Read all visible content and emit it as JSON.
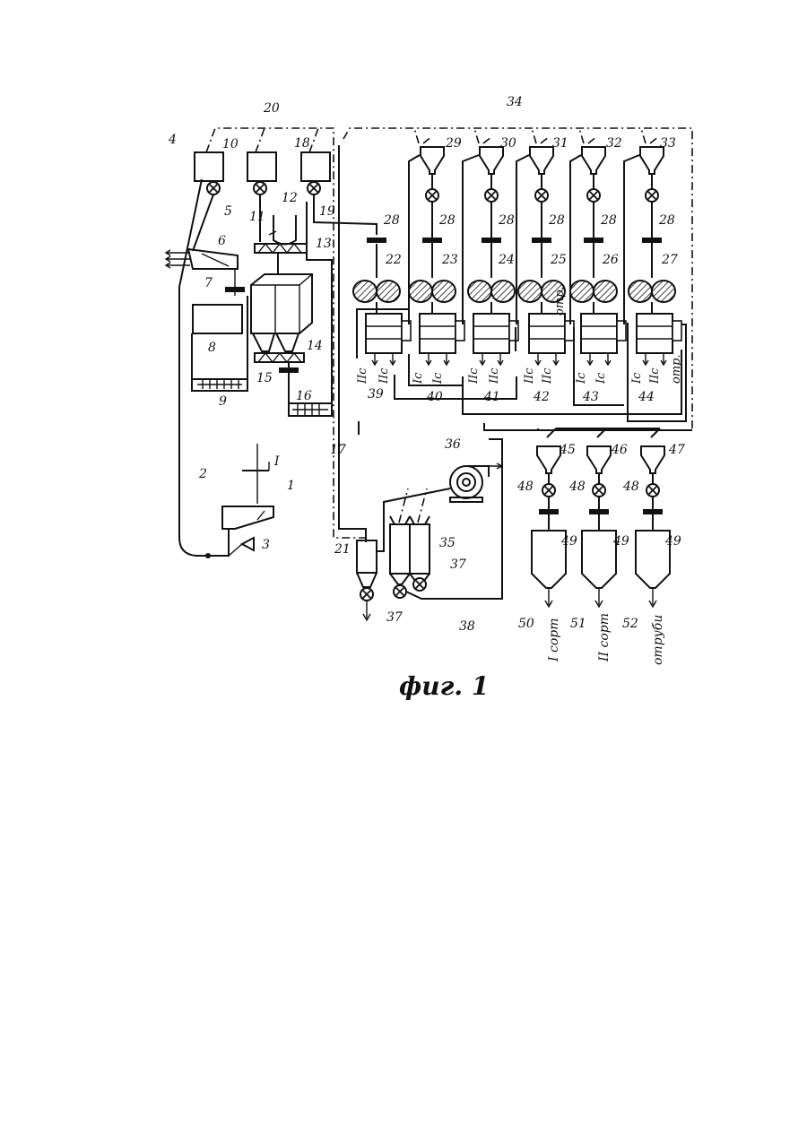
{
  "labels": {
    "n1": "1",
    "n2": "2",
    "n3": "3",
    "n4": "4",
    "n5": "5",
    "n6": "6",
    "n7": "7",
    "n8": "8",
    "n9": "9",
    "n10": "10",
    "n11": "11",
    "n12": "12",
    "n13": "13",
    "n14": "14",
    "n15": "15",
    "n16": "16",
    "n17": "17",
    "n18": "18",
    "n19": "19",
    "n20": "20",
    "n21": "21",
    "n22": "22",
    "n23": "23",
    "n24": "24",
    "n25": "25",
    "n26": "26",
    "n27": "27",
    "n28": "28",
    "n29": "29",
    "n30": "30",
    "n31": "31",
    "n32": "32",
    "n33": "33",
    "n34": "34",
    "n35": "35",
    "n36": "36",
    "n37": "37",
    "n38": "38",
    "n39": "39",
    "n40": "40",
    "n41": "41",
    "n42": "42",
    "n43": "43",
    "n44": "44",
    "n45": "45",
    "n46": "46",
    "n47": "47",
    "n48": "48",
    "n49": "49",
    "n50": "50",
    "n51": "51",
    "n52": "52",
    "roman_i": "I"
  },
  "sieve_outputs": {
    "s39": [
      "IIс",
      "IIс"
    ],
    "s40": [
      "Iс",
      "Iс"
    ],
    "s41": [
      "IIс",
      "IIс"
    ],
    "s42": [
      "IIс",
      "IIс"
    ],
    "s43": [
      "Iс",
      "Iс"
    ],
    "s44": [
      "Iс",
      "IIс",
      "отр."
    ]
  },
  "mill_25_side": "отр.",
  "products": {
    "p50": "I сорт",
    "p51": "II сорт",
    "p52": "отруби"
  },
  "caption": "фиг. 1"
}
